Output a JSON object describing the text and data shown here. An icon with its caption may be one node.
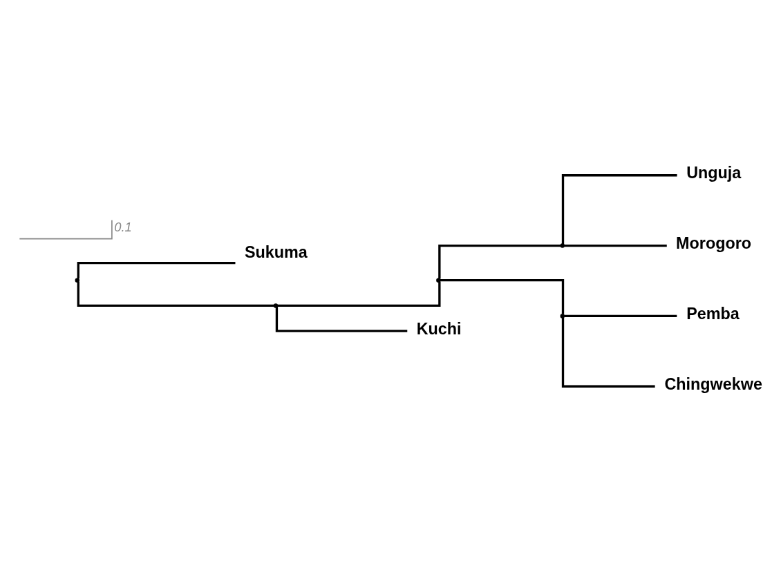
{
  "diagram": {
    "nodes": [
      {
        "text": [],
        "shape": "point"
      },
      {
        "text": [
          "Sukuma"
        ]
      },
      {
        "text": [],
        "shape": "point"
      },
      {
        "text": [],
        "shape": "point"
      },
      {
        "text": [],
        "shape": "point"
      },
      {
        "text": [
          "Unguja"
        ]
      },
      {
        "text": [
          "Morogoro"
        ]
      },
      {
        "text": [],
        "shape": "point"
      },
      {
        "text": [
          "Pemba"
        ]
      },
      {
        "text": [
          "Chingwekwe"
        ]
      },
      {
        "text": [
          "Kuchi"
        ]
      }
    ],
    "edges": [
      {
        "from": 0,
        "to": 1,
        "arrow": "none"
      },
      {
        "from": 0,
        "to": 2,
        "arrow": "none"
      },
      {
        "from": 2,
        "to": 3,
        "arrow": "none"
      },
      {
        "from": 3,
        "to": 4,
        "arrow": "none"
      },
      {
        "from": 4,
        "to": 5,
        "arrow": "none"
      },
      {
        "from": 4,
        "to": 6,
        "arrow": "none"
      },
      {
        "from": 3,
        "to": 7,
        "arrow": "none"
      },
      {
        "from": 7,
        "to": 8,
        "arrow": "none"
      },
      {
        "from": 7,
        "to": 9,
        "arrow": "none"
      },
      {
        "from": 2,
        "to": 10,
        "arrow": "none"
      }
    ],
    "labels": [
      "0.1"
    ]
  }
}
